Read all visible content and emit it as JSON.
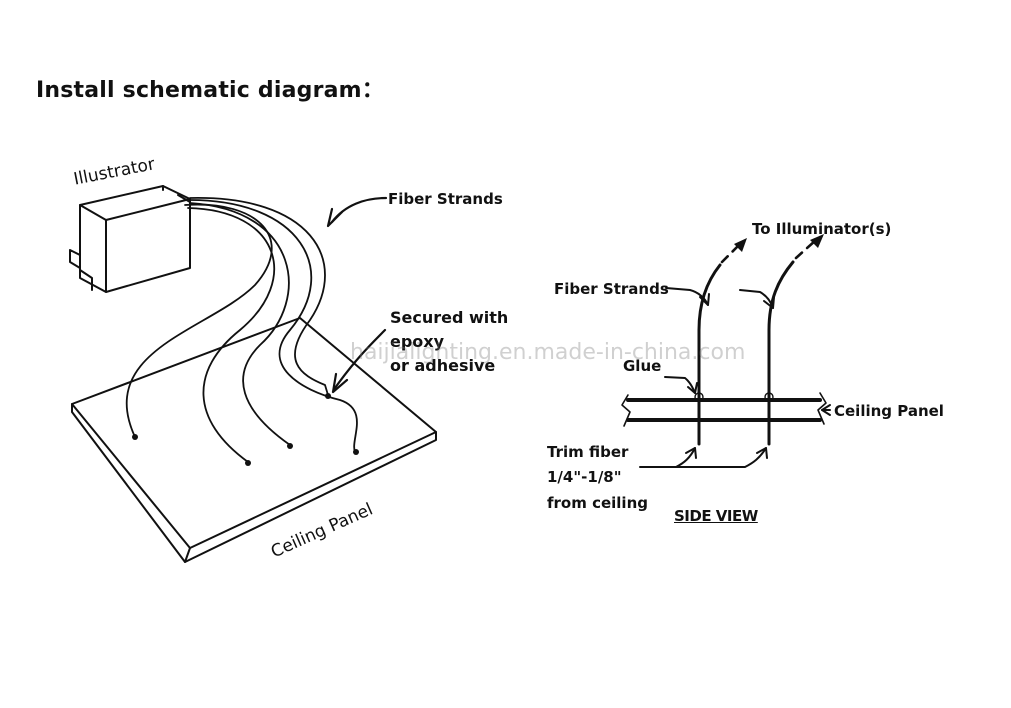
{
  "title": "Install schematic diagram：",
  "iso": {
    "illustrator": "Illustrator",
    "fiber_strands": "Fiber Strands",
    "secured_line1": "Secured with",
    "secured_line2": "epoxy",
    "secured_line3": "or adhesive",
    "ceiling_panel": "Ceiling Panel"
  },
  "side": {
    "to_illuminator": "To Illuminator(s)",
    "fiber_strands": "Fiber Strands",
    "glue": "Glue",
    "ceiling_panel": "Ceiling Panel",
    "trim_line1": "Trim fiber",
    "trim_line2": "1/4\"-1/8\"",
    "trim_line3": "from ceiling",
    "side_view": "SIDE VIEW"
  },
  "watermark": "haijialighting.en.made-in-china.com"
}
